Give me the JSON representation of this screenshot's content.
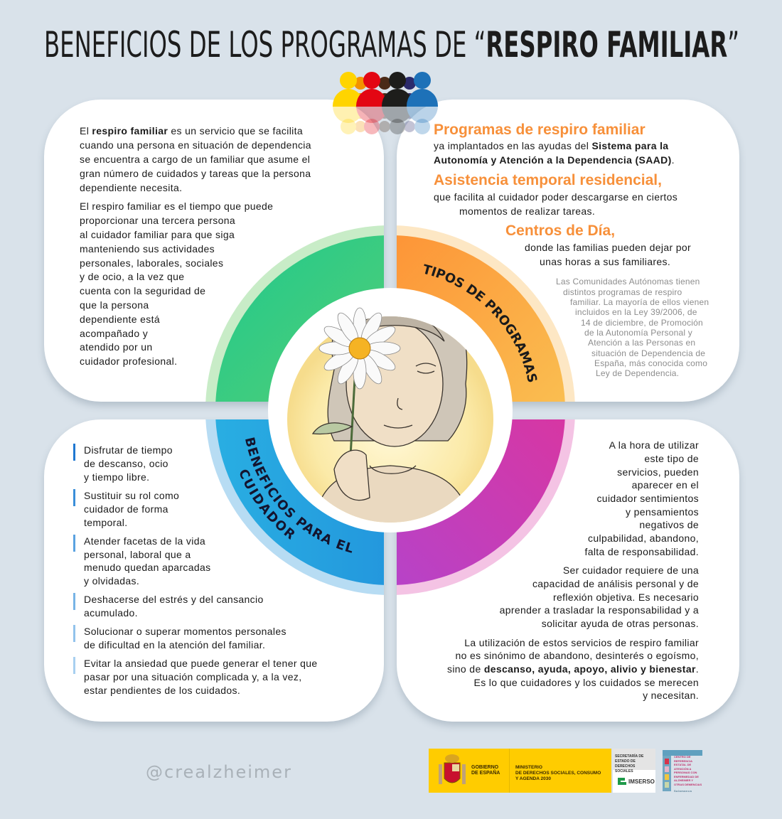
{
  "title": {
    "prefix": "BENEFICIOS DE LOS PROGRAMAS DE “",
    "bold": "RESPIRO FAMILIAR",
    "suffix": "”"
  },
  "colors": {
    "background": "#d9e2ea",
    "green": "#2ecc8a",
    "orange": "#ff8a30",
    "blue": "#1e88dc",
    "magenta": "#d8379e",
    "heading_orange": "#f7903a",
    "people": [
      "#ffd400",
      "#f39200",
      "#e30613",
      "#4a2a17",
      "#1d1d1b",
      "#2b2a6b",
      "#1d71b8"
    ]
  },
  "ring": {
    "top_right_label": "TIPOS DE PROGRAMAS",
    "bottom_left_label_1": "BENEFICIOS PARA EL",
    "bottom_left_label_2": "CUIDADOR"
  },
  "top_left": {
    "p1_l1_a": "El ",
    "p1_l1_b": "respiro familiar",
    "p1_l1_c": " es un servicio que se facilita",
    "p1": [
      "cuando una persona en situación de dependencia",
      "se encuentra a cargo de un familiar que asume el",
      "gran número de cuidados y tareas que la persona",
      "dependiente necesita."
    ],
    "p2": [
      "El respiro familiar es el tiempo que puede",
      "proporcionar una tercera persona",
      "al cuidador familiar para que siga",
      "manteniendo sus actividades",
      "personales, laborales, sociales",
      "y de ocio, a la vez que",
      "cuenta con la seguridad de",
      "que la persona",
      "dependiente está",
      "acompañado y",
      "atendido por un",
      "cuidador profesional."
    ]
  },
  "top_right": {
    "heading1": "Programas de respiro familiar",
    "h1_l1_a": "ya implantados en las ayudas del ",
    "h1_l1_b": "Sistema para la",
    "h1_l2_b": "Autonomía y Atención a la Dependencia (SAAD)",
    "h1_l2_c": ".",
    "heading2": "Asistencia temporal residencial,",
    "h2_lines": [
      "que facilita al cuidador poder descargarse en ciertos",
      "momentos de realizar tareas."
    ],
    "heading3": "Centros de Día,",
    "h3_lines": [
      "donde las familias pueden dejar por",
      "unas horas a sus familiares."
    ],
    "note": [
      "Las Comunidades Autónomas tienen",
      "distintos programas de respiro",
      "familiar. La mayoría de ellos vienen",
      "incluidos en la Ley 39/2006, de",
      "14 de diciembre, de Promoción",
      "de la Autonomía Personal y",
      "Atención a las Personas en",
      "situación de Dependencia de",
      "España, más conocida como",
      "Ley de Dependencia."
    ]
  },
  "bottom_left": {
    "items": [
      [
        "Disfrutar de tiempo",
        "de descanso, ocio",
        "y tiempo libre."
      ],
      [
        "Sustituir su rol como",
        "cuidador de forma",
        "temporal."
      ],
      [
        "Atender facetas de la vida",
        "personal, laboral que a",
        "menudo quedan aparcadas",
        "y olvidadas."
      ],
      [
        "Deshacerse del estrés y del cansancio",
        "acumulado."
      ],
      [
        "Solucionar o superar momentos personales",
        "de dificultad en la atención del familiar."
      ],
      [
        "Evitar la ansiedad que puede generar el tener que",
        "pasar por una situación complicada y, a la vez,",
        "estar pendientes de los cuidados."
      ]
    ]
  },
  "bottom_right": {
    "p1": [
      "A la hora de utilizar",
      "este tipo de",
      "servicios, pueden",
      "aparecer en el",
      "cuidador sentimientos",
      "y pensamientos",
      "negativos de",
      "culpabilidad, abandono,",
      "falta de responsabilidad."
    ],
    "p2": [
      "Ser cuidador requiere de una",
      "capacidad de análisis personal y de",
      "reflexión objetiva. Es necesario",
      "aprender a trasladar la responsabilidad y a",
      "solicitar ayuda de otras personas."
    ],
    "p3_l1": "La utilización de estos servicios de respiro familiar",
    "p3_l2": "no es sinónimo de abandono, desinterés o egoísmo,",
    "p3_l3_a": "sino de ",
    "p3_l3_b": "descanso, ayuda, apoyo, alivio y bienestar",
    "p3_l3_c": ".",
    "p3_l4": "Es lo que cuidadores y los cuidados se merecen",
    "p3_l5": "y necesitan."
  },
  "footer": {
    "handle": "@crealzheimer",
    "gobierno": "GOBIERNO\nDE ESPAÑA",
    "ministerio": "MINISTERIO\nDE DERECHOS SOCIALES, CONSUMO\nY AGENDA 2030",
    "secretaria": "SECRETARÍA DE ESTADO DE DERECHOS SOCIALES",
    "imserso": "IMSERSO",
    "centro": "CENTRO DE REFERENCIA ESTATAL DE ATENCIÓN A PERSONAS CON ENFERMEDAD DE ALZHEIMER Y OTRAS DEMENCIAS",
    "centro_city": "Salamanca"
  }
}
